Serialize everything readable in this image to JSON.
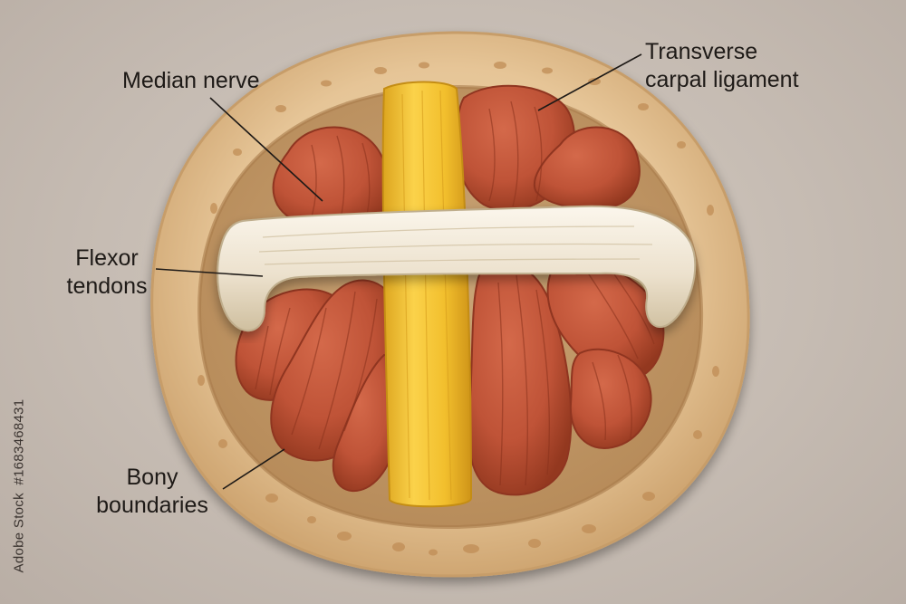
{
  "labels": {
    "median_nerve": "Median nerve",
    "transverse_line1": "Transverse",
    "transverse_line2": "carpal ligament",
    "flexor_line1": "Flexor",
    "flexor_line2": "tendons",
    "bony_line1": "Bony",
    "bony_line2": "boundaries"
  },
  "watermark": {
    "brand_text": "Adobe Stock",
    "asset_id": "#1683468431"
  },
  "colors": {
    "background": "#c9bfb6",
    "bone_ring": "#e5c59b",
    "bone_inner": "#d9b483",
    "muscle": "#bf5337",
    "muscle_dark": "#8f3520",
    "nerve": "#f1bf2e",
    "ligament": "#efe6d7",
    "text": "#1e1a17"
  }
}
